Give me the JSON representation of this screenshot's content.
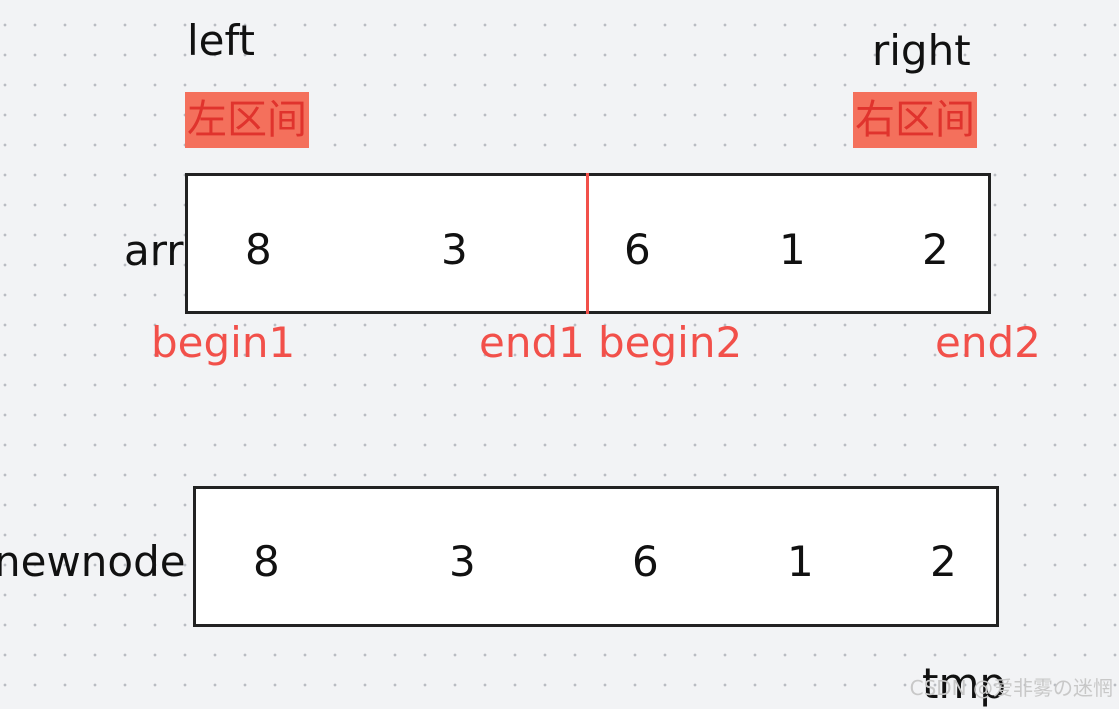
{
  "labels": {
    "left": "left",
    "right": "right",
    "left_interval": "左区间",
    "right_interval": "右区间",
    "arr": "arr",
    "newnode": "newnode",
    "tmp": "tmp",
    "begin1": "begin1",
    "end1": "end1",
    "begin2": "begin2",
    "end2": "end2"
  },
  "arr_values": [
    "8",
    "3",
    "6",
    "1",
    "2"
  ],
  "newnode_values": [
    "8",
    "3",
    "6",
    "1",
    "2"
  ],
  "watermark": "CSDN @爱非雾の迷惘",
  "colors": {
    "highlight": "#f4705c",
    "accent_red": "#f2504a",
    "box_border": "#222222"
  }
}
